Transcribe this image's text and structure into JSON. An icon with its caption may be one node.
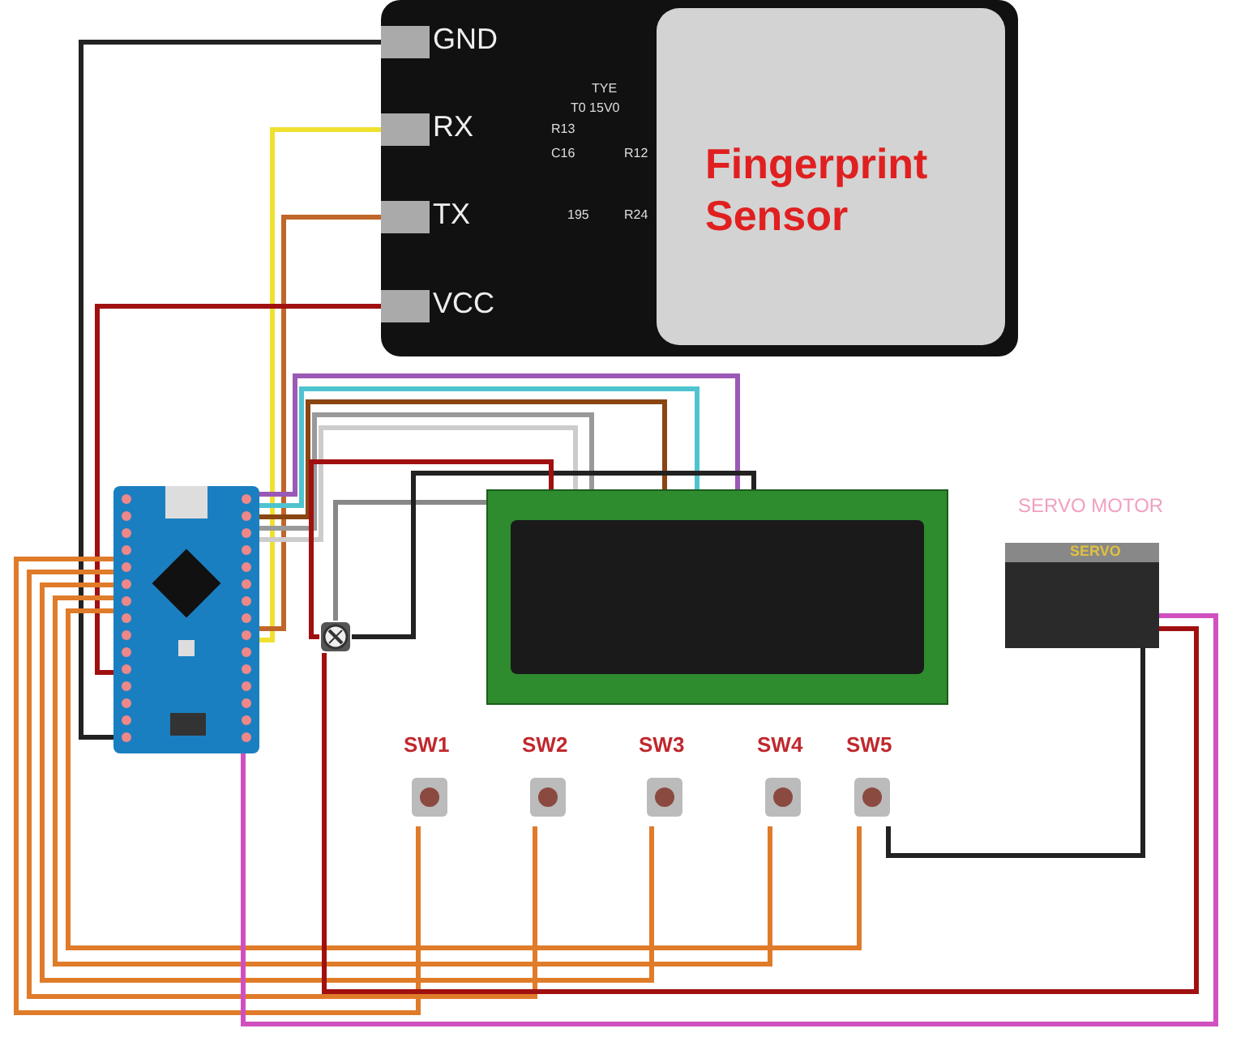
{
  "diagram": {
    "nodes": [
      {
        "text": [
          "Fingerprint Sensor"
        ]
      },
      {
        "text": [
          "GND"
        ],
        "in": 0
      },
      {
        "text": [
          "RX"
        ],
        "in": 0
      },
      {
        "text": [
          "TX"
        ],
        "in": 0
      },
      {
        "text": [
          "VCC"
        ],
        "in": 0
      },
      {
        "text": [],
        "shape": "picture"
      },
      {
        "text": [],
        "shape": "picture"
      },
      {
        "text": [],
        "shape": "picture"
      },
      {
        "text": [
          "SERVO MOTOR",
          "SERVO"
        ]
      },
      {
        "text": [
          "SW1"
        ]
      },
      {
        "text": [
          "SW2"
        ]
      },
      {
        "text": [
          "SW3"
        ]
      },
      {
        "text": [
          "SW4"
        ]
      },
      {
        "text": [
          "SW5"
        ]
      }
    ],
    "edges": [
      {
        "from": 1,
        "to": 5,
        "arrow": "none",
        "color": "#222222"
      },
      {
        "from": 2,
        "to": 5,
        "arrow": "none",
        "color": "#f0e030"
      },
      {
        "from": 3,
        "to": 5,
        "arrow": "none",
        "color": "#c0662a"
      },
      {
        "from": 4,
        "to": 5,
        "arrow": "none",
        "color": "#a01010"
      },
      {
        "from": 5,
        "to": 6,
        "arrow": "none",
        "color": "#9b59b6"
      },
      {
        "from": 5,
        "to": 6,
        "arrow": "none",
        "color": "#4fc3d0"
      },
      {
        "from": 5,
        "to": 6,
        "arrow": "none",
        "color": "#8b4513"
      },
      {
        "from": 5,
        "to": 6,
        "arrow": "none",
        "color": "#999999"
      },
      {
        "from": 5,
        "to": 6,
        "arrow": "none",
        "color": "#cccccc"
      },
      {
        "from": 7,
        "to": 6,
        "arrow": "none",
        "color": "#888888"
      },
      {
        "from": 7,
        "to": 6,
        "arrow": "none",
        "color": "#222222"
      },
      {
        "from": 7,
        "to": 6,
        "arrow": "none",
        "color": "#a01010"
      },
      {
        "from": 5,
        "to": 9,
        "arrow": "none",
        "color": "#e07b2a"
      },
      {
        "from": 5,
        "to": 10,
        "arrow": "none",
        "color": "#e07b2a"
      },
      {
        "from": 5,
        "to": 11,
        "arrow": "none",
        "color": "#e07b2a"
      },
      {
        "from": 5,
        "to": 12,
        "arrow": "none",
        "color": "#e07b2a"
      },
      {
        "from": 5,
        "to": 13,
        "arrow": "none",
        "color": "#e07b2a"
      },
      {
        "from": 5,
        "to": 8,
        "arrow": "none",
        "color": "#d050c0"
      },
      {
        "from": 13,
        "to": 8,
        "arrow": "none",
        "color": "#222222"
      },
      {
        "from": 8,
        "to": 7,
        "arrow": "none",
        "color": "#a01010"
      }
    ],
    "labels": [
      "TYE",
      "T0 15V0",
      "R13",
      "C16",
      "R12",
      "195",
      "R24"
    ]
  }
}
